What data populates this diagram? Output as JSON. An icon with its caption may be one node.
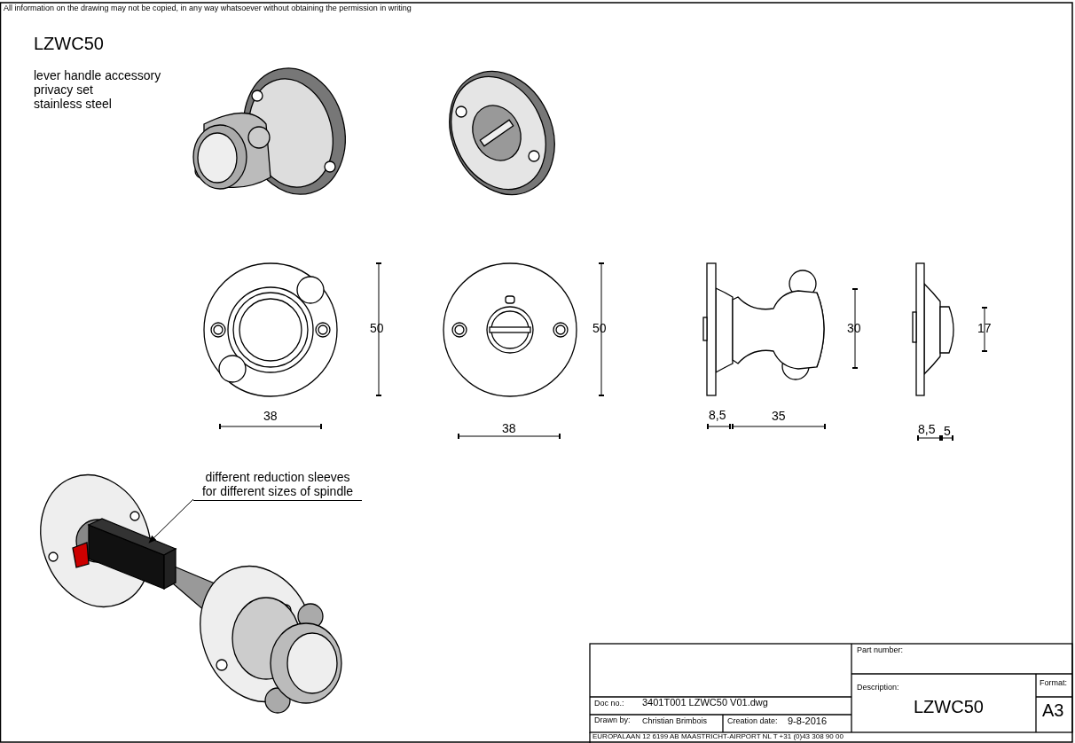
{
  "diagram": {
    "title": "LZWC50",
    "nodes": [
      {
        "text": [
          "different reduction sleeves for different sizes of spindle"
        ]
      },
      {
        "text": [],
        "shape": "box"
      }
    ],
    "edges": [
      {
        "from": 0,
        "to": 1,
        "arrow": "to"
      }
    ],
    "labels": [
      "All information on the drawing may not be copied, in any way whatsoever without obtaining the permission in writing",
      "lever handle accessory",
      "privacy set",
      "stainless steel",
      "50",
      "50",
      "30",
      "17",
      "38",
      "8,5",
      "35",
      "38",
      "8,5",
      "5",
      "Part number:",
      "Description:",
      "Format:",
      "LZWC50",
      "A3",
      "Doc no.:",
      "3401T001 LZWC50 V01.dwg",
      "Drawn by:",
      "Christian Brimbois",
      "Creation date:",
      "9-8-2016",
      "EUROPALAAN 12  6199 AB MAASTRICHT-AIRPORT NL  T +31 (0)43 308 90 00"
    ]
  }
}
